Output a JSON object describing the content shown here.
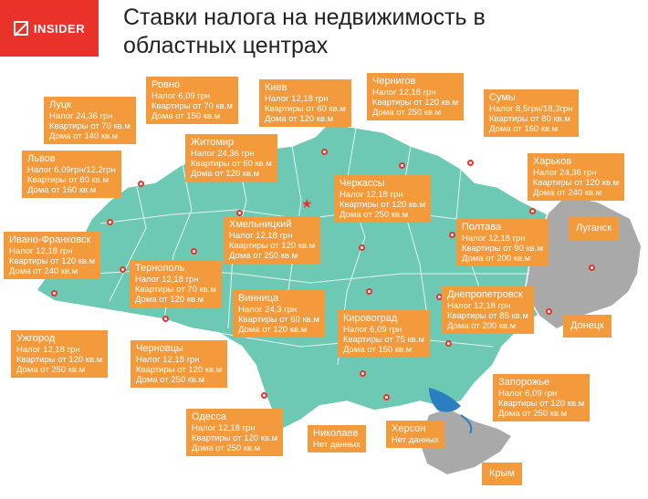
{
  "header": {
    "logo_text": "INSIDER",
    "title": "Ставки налога на недвижимость в областных центрах"
  },
  "colors": {
    "land": "#6dc9b4",
    "occupied": "#a9a9a9",
    "box": "#f39a3c",
    "brand": "#e8322a",
    "water": "#2a7fc1"
  },
  "cities": [
    {
      "id": "lutsk",
      "name": "Луцк",
      "lines": [
        "Налог 24,36 грн",
        "Квартиры от 70 кв.м",
        "Дома от 140 кв.м"
      ]
    },
    {
      "id": "rovno",
      "name": "Ровно",
      "lines": [
        "Налог 6,09 грн",
        "Квартиры от 70 кв.м",
        "Дома от 150 кв.м"
      ]
    },
    {
      "id": "kiev",
      "name": "Киев",
      "lines": [
        "Налог 12,18 грн",
        "Квартиры от 60 кв.м",
        "Дома от 120 кв.м"
      ]
    },
    {
      "id": "chernigov",
      "name": "Чернигов",
      "lines": [
        "Налог 12,18 грн",
        "Квартиры от 120 кв.м",
        "Дома от 250 кв.м"
      ]
    },
    {
      "id": "sumy",
      "name": "Сумы",
      "lines": [
        "Налог 8,5грн/18,3грн",
        "Квартиры от 80 кв.м",
        "Дома от 160 кв.м"
      ]
    },
    {
      "id": "lvov",
      "name": "Львов",
      "lines": [
        "Налог 6,09грн/12,2грн",
        "Квартиры от 80 кв.м",
        "Дома от 160 кв.м"
      ]
    },
    {
      "id": "zhitomir",
      "name": "Житомир",
      "lines": [
        "Налог 24,36 грн",
        "Квартиры от 60 кв.м",
        "Дома от 120 кв.м"
      ]
    },
    {
      "id": "kharkov",
      "name": "Харьков",
      "lines": [
        "Налог 24,36 грн",
        "Квартиры от 120 кв.м",
        "Дома от 240 кв.м"
      ]
    },
    {
      "id": "cherkassy",
      "name": "Черкассы",
      "lines": [
        "Налог 12,18 грн",
        "Квартиры от 120 кв.м",
        "Дома от 250 кв.м"
      ]
    },
    {
      "id": "ivano",
      "name": "Ивано-Франковск",
      "lines": [
        "Налог 12,18 грн",
        "Квартиры от 120 кв.м",
        "Дома от 240 кв.м"
      ]
    },
    {
      "id": "khmelnitsky",
      "name": "Хмельницкий",
      "lines": [
        "Налог 12,18 грн",
        "Квартиры от 120 кв.м",
        "Дома от 250 кв.м"
      ]
    },
    {
      "id": "poltava",
      "name": "Полтава",
      "lines": [
        "Налог 12,18 грн",
        "Квартиры от 90 кв.м",
        "Дома от 200 кв.м"
      ]
    },
    {
      "id": "ternopol",
      "name": "Тернополь",
      "lines": [
        "Налог 12,18 грн",
        "Квартиры от 70 кв.м",
        "Дома от 120 кв.м"
      ]
    },
    {
      "id": "dnepr",
      "name": "Днепропетровск",
      "lines": [
        "Налог 12,18 грн",
        "Квартиры от 85 кв.м",
        "Дома от 200 кв.м"
      ]
    },
    {
      "id": "vinnitsa",
      "name": "Винница",
      "lines": [
        "Налог 24,3 грн",
        "Квартиры от 60 кв.м",
        "Дома от 120 кв.м"
      ]
    },
    {
      "id": "kirovograd",
      "name": "Кировоград",
      "lines": [
        "Налог 6,09 грн",
        "Квартиры от 75 кв.м",
        "Дома от 150 кв.м"
      ]
    },
    {
      "id": "uzhgorod",
      "name": "Ужгород",
      "lines": [
        "Налог 12,18 грн",
        "Квартиры от 120 кв.м",
        "Дома от 250 кв.м"
      ]
    },
    {
      "id": "chernovtsy",
      "name": "Черновцы",
      "lines": [
        "Налог 12,18 грн",
        "Квартиры от 120 кв.м",
        "Дома от 250 кв.м"
      ]
    },
    {
      "id": "zaporozhye",
      "name": "Запорожье",
      "lines": [
        "Налог 6,09 грн",
        "Квартиры от 120 кв.м",
        "Дома от 250 кв.м"
      ]
    },
    {
      "id": "odessa",
      "name": "Одесса",
      "lines": [
        "Налог 12,18 грн",
        "Квартиры от 120 кв.м",
        "Дома от 250 кв.м"
      ]
    },
    {
      "id": "nikolaev",
      "name": "Николаев",
      "lines": [
        "Нет данных"
      ]
    },
    {
      "id": "kherson",
      "name": "Херсон",
      "lines": [
        "Нет данных"
      ]
    }
  ],
  "occupied_labels": {
    "lugansk": "Луганск",
    "donetsk": "Донецк",
    "crimea": "Крым"
  }
}
